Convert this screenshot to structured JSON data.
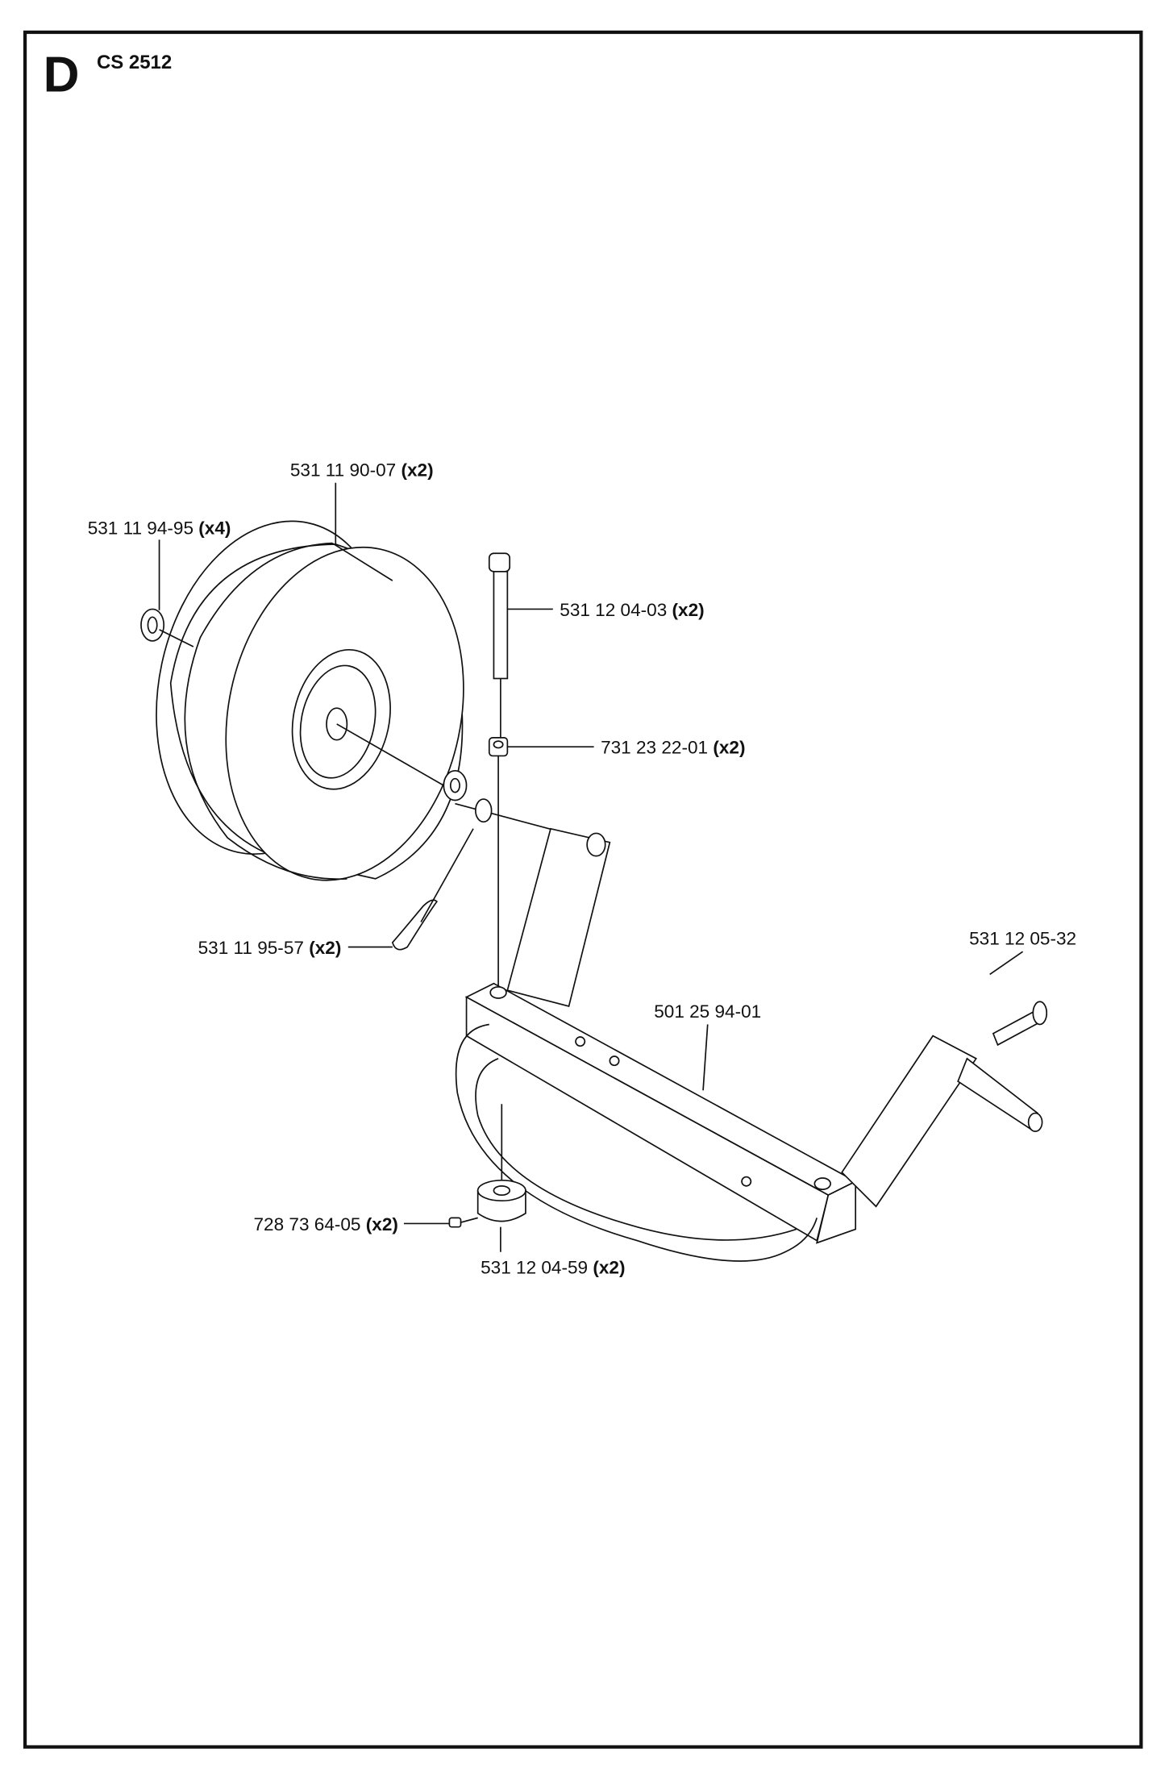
{
  "header": {
    "section_letter": "D",
    "model": "CS 2512"
  },
  "parts": [
    {
      "id": "tire",
      "number": "531 11 90-07",
      "qty": "(x2)"
    },
    {
      "id": "washer",
      "number": "531 11 94-95",
      "qty": "(x4)"
    },
    {
      "id": "bolt",
      "number": "531 12 04-03",
      "qty": "(x2)"
    },
    {
      "id": "nut",
      "number": "731 23 22-01",
      "qty": "(x2)"
    },
    {
      "id": "cotter-pin",
      "number": "531 11 95-57",
      "qty": "(x2)"
    },
    {
      "id": "pin",
      "number": "531 12 05-32",
      "qty": ""
    },
    {
      "id": "frame",
      "number": "501 25 94-01",
      "qty": ""
    },
    {
      "id": "set-screw",
      "number": "728 73 64-05",
      "qty": "(x2)"
    },
    {
      "id": "collar",
      "number": "531 12 04-59",
      "qty": "(x2)"
    }
  ]
}
